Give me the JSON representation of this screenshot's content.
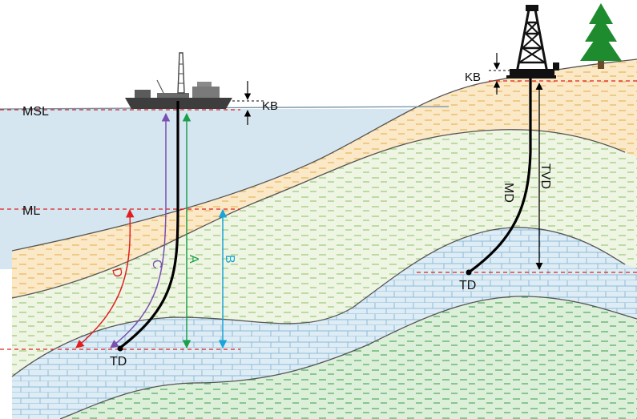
{
  "labels": {
    "msl": "MSL",
    "ml": "ML",
    "kb_offshore": "KB",
    "kb_onshore": "KB",
    "td_offshore": "TD",
    "td_onshore": "TD",
    "md": "MD",
    "tvd": "TVD",
    "a": "A",
    "b": "B",
    "c": "C",
    "d": "D"
  },
  "colors": {
    "sea": "#d6e6f0",
    "sand": "#fae7c3",
    "green": "#e9f3dc",
    "blue_layer": "#dcebf4",
    "green_deep": "#d9edd6",
    "datum_line": "#e02020",
    "arrow_a": "#1aa04a",
    "arrow_b": "#1aa5d8",
    "arrow_c": "#7a4fb0",
    "arrow_d": "#e02020",
    "well": "#000000",
    "tree": "#1e8c2e"
  }
}
